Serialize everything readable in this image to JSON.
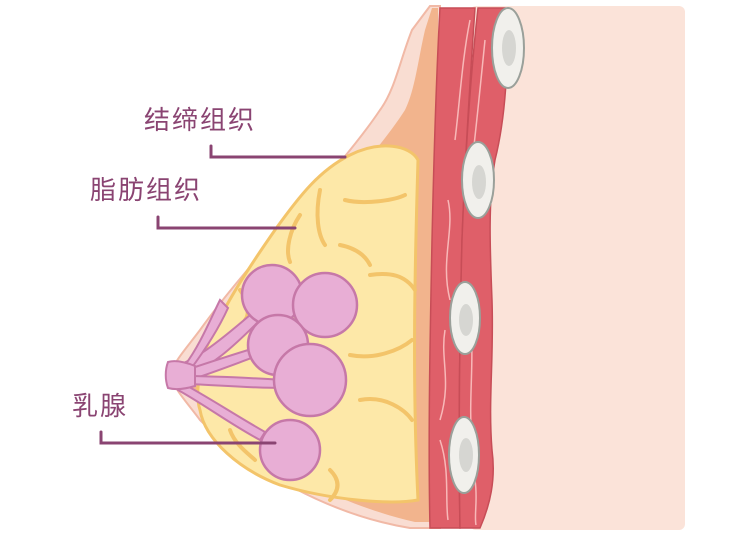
{
  "diagram": {
    "title": "",
    "labels": [
      {
        "id": "connective",
        "text": "结缔组织"
      },
      {
        "id": "adipose",
        "text": "脂肪组织"
      },
      {
        "id": "mammary",
        "text": "乳腺"
      }
    ]
  },
  "colors": {
    "label": "#8a4472",
    "skin": "#f9ddd2",
    "skin_outline": "#f1b9a6",
    "connective": "#f2b48d",
    "fat": "#fde8a8",
    "fat_outline": "#f3c46a",
    "gland": "#e8aed5",
    "gland_outline": "#c678a8",
    "muscle": "#df5f69",
    "muscle_fiber": "#f8b8b8",
    "rib": "#f1f0ec",
    "rib_inner": "#d6d6d2",
    "body": "#fbe3d9"
  }
}
